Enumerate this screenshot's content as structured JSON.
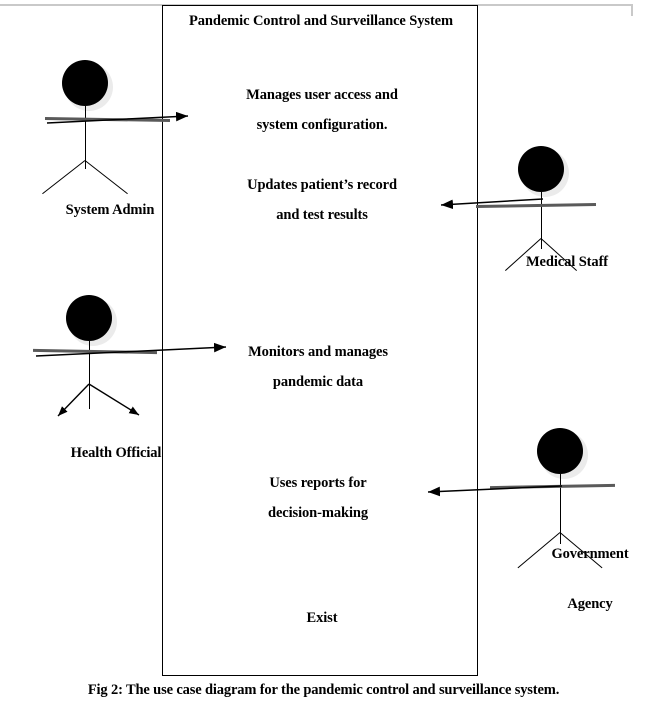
{
  "figure": {
    "caption": "Fig 2: The use case diagram for the pandemic control and surveillance system."
  },
  "system": {
    "title": "Pandemic Control and Surveillance System",
    "use_cases": [
      {
        "id": "manage-access",
        "line1": "Manages user access and",
        "line2": "system configuration."
      },
      {
        "id": "update-records",
        "line1": "Updates patient’s record",
        "line2": "and test results"
      },
      {
        "id": "monitor-data",
        "line1": "Monitors and manages",
        "line2": "pandemic data"
      },
      {
        "id": "use-reports",
        "line1": "Uses reports for",
        "line2": "decision-making"
      },
      {
        "id": "exist",
        "line1": "Exist",
        "line2": ""
      }
    ]
  },
  "actors": [
    {
      "id": "system-admin",
      "label": "System Admin",
      "label2": "",
      "side": "left",
      "association": "arrow-right"
    },
    {
      "id": "health-official",
      "label": "Health Official",
      "label2": "",
      "side": "left",
      "association": "arrow-right"
    },
    {
      "id": "medical-staff",
      "label": "Medical Staff",
      "label2": "",
      "side": "right",
      "association": "arrow-left"
    },
    {
      "id": "government-agency",
      "label": "Government",
      "label2": "Agency",
      "side": "right",
      "association": "arrow-left"
    }
  ],
  "colors": {
    "stroke": "#000000",
    "actor_head": "#000000",
    "actor_head_shadow": "#ebebeb",
    "actor_arm": "#5a5a5a",
    "page_rule": "#c9c9c9",
    "background": "#ffffff"
  }
}
